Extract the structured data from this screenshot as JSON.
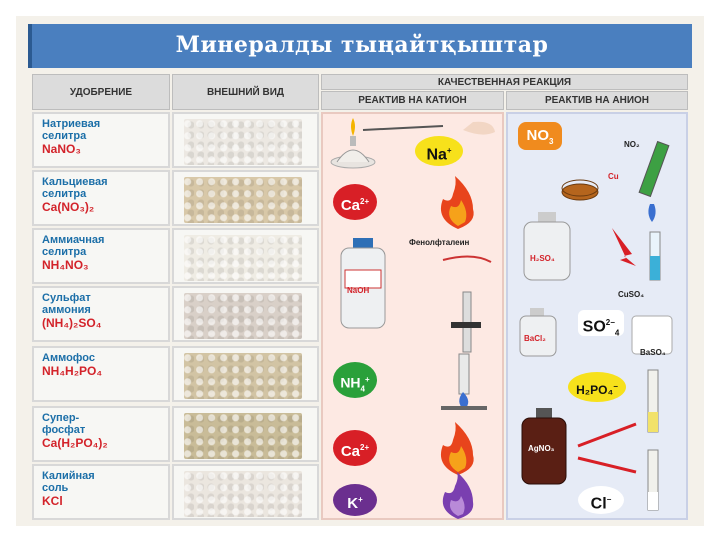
{
  "title": "Минералды тыңайтқыштар",
  "headers": {
    "fertilizer": "УДОБРЕНИЕ",
    "appearance": "ВНЕШНИЙ ВИД",
    "reaction": "КАЧЕСТВЕННАЯ РЕАКЦИЯ",
    "cation": "РЕАКТИВ НА КАТИОН",
    "anion": "РЕАКТИВ НА АНИОН"
  },
  "rows": [
    {
      "name1": "Натриевая",
      "name2": "селитра",
      "formula": "NaNO₃",
      "swatch": "#ece8e2"
    },
    {
      "name1": "Кальциевая",
      "name2": "селитра",
      "formula": "Ca(NO₃)₂",
      "swatch": "#d8c8a8"
    },
    {
      "name1": "Аммиачная",
      "name2": "селитра",
      "formula": "NH₄NO₃",
      "swatch": "#efece4"
    },
    {
      "name1": "Сульфат",
      "name2": "аммония",
      "formula": "(NH₄)₂SO₄",
      "swatch": "#d9d0c8"
    },
    {
      "name1": "Аммофос",
      "name2": "",
      "formula": "NH₄H₂PO₄",
      "swatch": "#d2c4a4"
    },
    {
      "name1": "Супер-",
      "name2": "фосфат",
      "formula": "Ca(H₂PO₄)₂",
      "swatch": "#c9bc98"
    },
    {
      "name1": "Калийная",
      "name2": "соль",
      "formula": "KCl",
      "swatch": "#ebe6df"
    }
  ],
  "cation_labels": {
    "na": "Na",
    "na_charge": "+",
    "ca": "Ca",
    "ca_charge": "2+",
    "nh4": "NH",
    "nh4_sub": "4",
    "nh4_charge": "+",
    "ca2": "Ca",
    "ca2_charge": "2+",
    "k": "K",
    "k_charge": "+",
    "phenolphthalein": "Фенолфталеин",
    "naoh": "NaOH"
  },
  "anion_labels": {
    "no3": "NO",
    "no3_sub": "3",
    "no2": "NO₂",
    "cu": "Cu",
    "h2so4": "H₂SO₄",
    "cuso4": "CuSO₄",
    "bacl2": "BaCl₂",
    "so4": "SO",
    "so4_charge": "2−",
    "so4_sub": "4",
    "baso4": "BaSO₄",
    "h2po4": "H₂PO₄",
    "h2po4_charge": "−",
    "agno3": "AgNO₃",
    "cl": "Cl",
    "cl_charge": "−"
  },
  "colors": {
    "title_bg": "#4a7fbf",
    "cation_bg": "#fde9e3",
    "anion_bg": "#e6ebf6",
    "name_text": "#1c6fa8",
    "formula_text": "#d3232a",
    "ion_yellow": "#f7e11b",
    "ion_red": "#d81f26",
    "ion_green": "#2aa03a",
    "ion_purple": "#6b2f8f"
  }
}
